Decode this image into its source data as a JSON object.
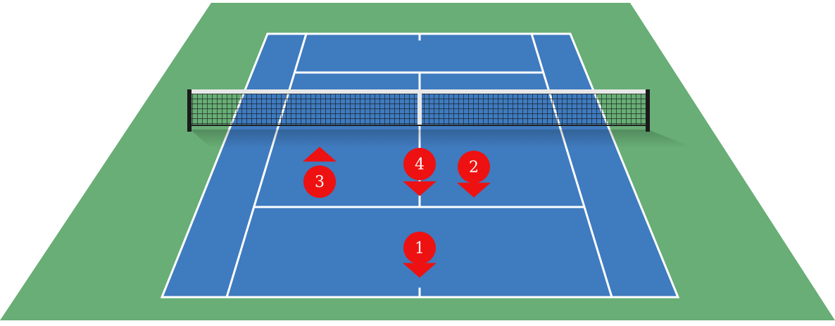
{
  "diagram": {
    "colors": {
      "surround": "#68ae76",
      "court": "#3f7bbf",
      "lines": "#ffffff",
      "net_mesh": "#111111",
      "net_band": "#e8e8e8",
      "post": "#1a1a1a",
      "marker": "#ee1111"
    },
    "markers": [
      {
        "label": "1",
        "arrow": "down"
      },
      {
        "label": "2",
        "arrow": "down"
      },
      {
        "label": "3",
        "arrow": "up"
      },
      {
        "label": "4",
        "arrow": "down"
      }
    ]
  }
}
